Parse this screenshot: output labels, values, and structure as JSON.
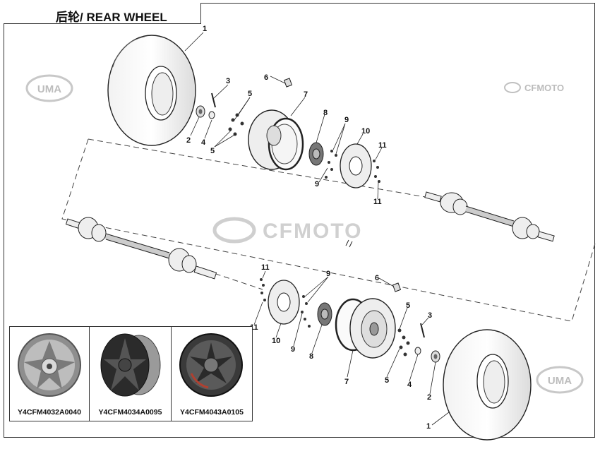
{
  "title": "后轮/ REAR WHEEL",
  "watermarks": {
    "uma": "UMA",
    "cfmoto": "CFMOTO"
  },
  "callouts": [
    "1",
    "2",
    "3",
    "4",
    "5",
    "6",
    "7",
    "8",
    "9",
    "10",
    "11"
  ],
  "variants": [
    {
      "code": "Y4CFM4032A0040"
    },
    {
      "code": "Y4CFM4034A0095"
    },
    {
      "code": "Y4CFM4043A0105"
    }
  ],
  "colors": {
    "line": "#222222",
    "watermark": "#c8c8c8",
    "wheel_dark": "#2b2b2b",
    "wheel_silver": "#9a9a9a"
  }
}
